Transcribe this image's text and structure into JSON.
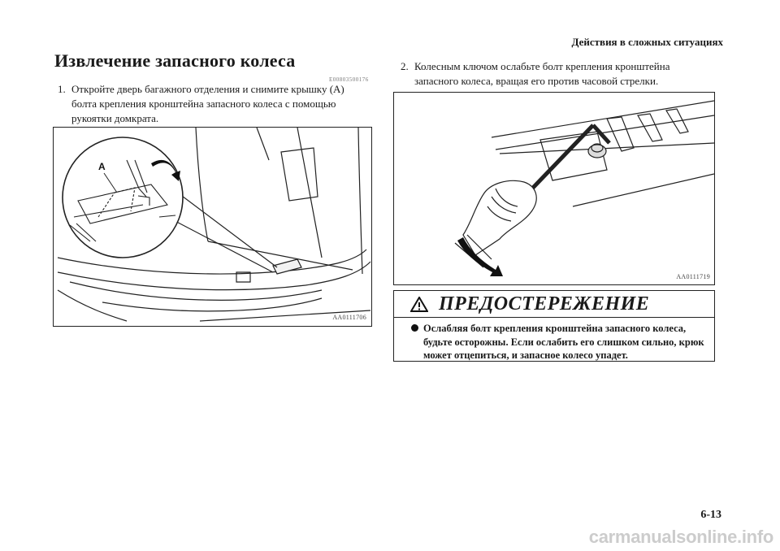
{
  "header": {
    "section": "Действия в сложных ситуациях"
  },
  "title": "Извлечение запасного колеса",
  "doc_code": "E00803500176",
  "steps": [
    {
      "number": "1.",
      "text": "Откройте дверь багажного отделения и снимите крышку (A) болта крепления кронштейна запасного колеса с помощью рукоятки домкрата."
    },
    {
      "number": "2.",
      "text": "Колесным ключом ослабьте болт крепления кронштейна запасного колеса, вращая его против часовой стрелки."
    }
  ],
  "figures": {
    "fig1": {
      "callout_label": "A",
      "code": "AA0111706"
    },
    "fig2": {
      "code": "AA0111719"
    }
  },
  "warning": {
    "title": "ПРЕДОСТЕРЕЖЕНИЕ",
    "icon": "warning-triangle-icon",
    "text": "Ослабляя болт крепления кронштейна запасного колеса, будьте осторожны. Если ослабить его слишком сильно, крюк может отцепиться, и запасное колесо упадет."
  },
  "page_number": "6-13",
  "watermark": "carmanualsonline.info"
}
